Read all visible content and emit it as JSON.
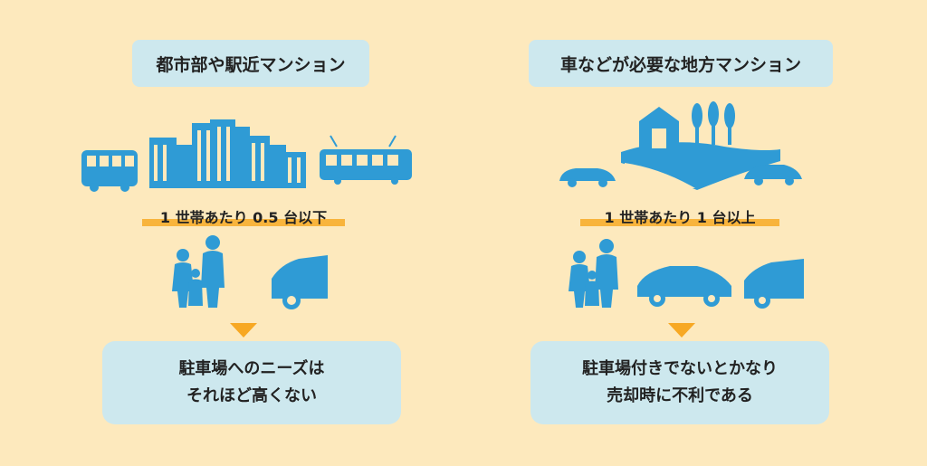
{
  "left": {
    "title": "都市部や駅近マンション",
    "ratio": "1 世帯あたり 0.5 台以下",
    "result_line1": "駐車場へのニーズは",
    "result_line2": "それほど高くない"
  },
  "right": {
    "title": "車などが必要な地方マンション",
    "ratio": "1 世帯あたり 1 台以上",
    "result_line1": "駐車場付きでないとかなり",
    "result_line2": "売却時に不利である"
  },
  "colors": {
    "background": "#fde9bd",
    "box": "#cde8ee",
    "silhouette": "#2f9bd5",
    "highlight": "#f8b43c",
    "arrow": "#f7a823"
  }
}
